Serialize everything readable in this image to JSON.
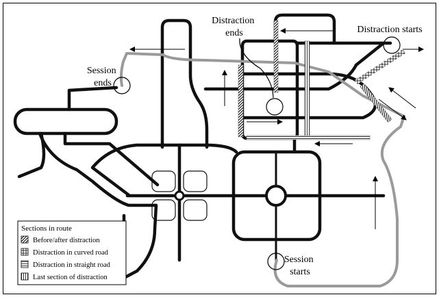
{
  "labels": {
    "distraction_ends": [
      "Distraction",
      "ends"
    ],
    "distraction_starts": "Distraction starts",
    "session_ends": [
      "Session",
      "ends"
    ],
    "session_starts": [
      "Session",
      "starts"
    ]
  },
  "legend": {
    "title": "Sections in route",
    "items": [
      {
        "name": "before-after",
        "pattern": "diag",
        "label": "Before/after distraction"
      },
      {
        "name": "curved-road",
        "pattern": "grid",
        "label": "Distraction in curved road"
      },
      {
        "name": "straight-road",
        "pattern": "hlines",
        "label": "Distraction in straight road"
      },
      {
        "name": "last-section",
        "pattern": "vlines",
        "label": "Last section of distraction"
      }
    ]
  },
  "colors": {
    "road": "#111111",
    "route": "#9a9a9a",
    "background": "#ffffff"
  }
}
